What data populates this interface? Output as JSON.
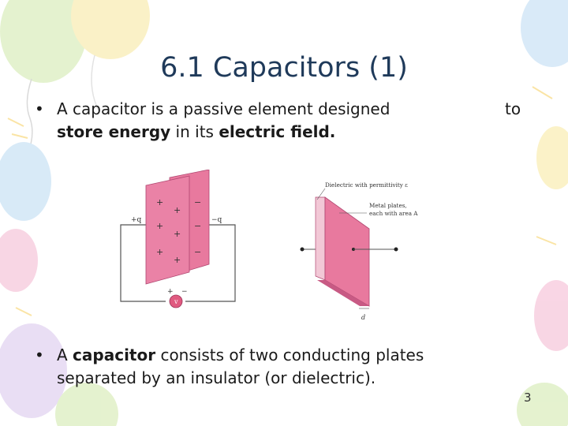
{
  "slide": {
    "title": "6.1 Capacitors (1)",
    "bullet_symbol": "•",
    "bullet1": {
      "part1": "A capacitor is a passive element designed",
      "to": "to",
      "bold1": "store energy",
      "part2": " in its ",
      "bold2": "electric field."
    },
    "bullet2": {
      "part1": "A ",
      "bold1": "capacitor",
      "part2": " consists of two conducting plates",
      "line2": "separated by an insulator (or dielectric)."
    },
    "page_number": "3"
  },
  "figure": {
    "left": {
      "plus_q": "+q",
      "minus_q": "−q",
      "plus_sign": "+",
      "minus_sign": "−",
      "source_plus": "+",
      "source_minus": "−",
      "source_label": "v"
    },
    "right": {
      "dielectric_label": "Dielectric with permittivity ε",
      "metal_label_line1": "Metal plates,",
      "metal_label_line2": "each with area A",
      "gap_label": "d"
    },
    "colors": {
      "plate": "#e8799e",
      "plate_edge": "#b04670",
      "dielectric": "#f2c8d6",
      "wire": "#555555",
      "source": "#e05a80"
    }
  },
  "theme": {
    "balloon_colors": [
      "#cfe8a8",
      "#f7e79a",
      "#f4b5cf",
      "#b9d9f2",
      "#d8c4ec"
    ]
  }
}
